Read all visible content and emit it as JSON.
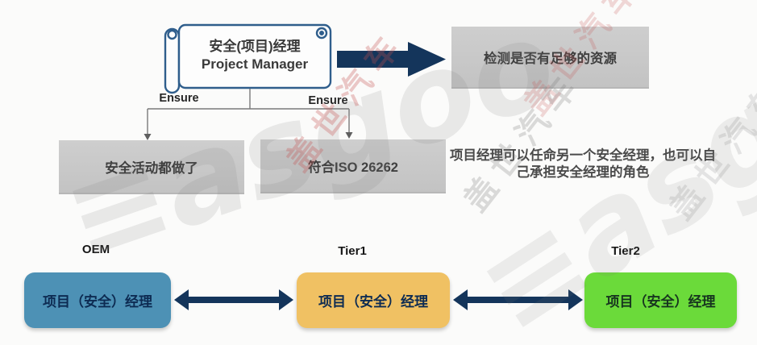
{
  "colors": {
    "navy_arrow": "#14355b",
    "scroll_border": "#2f5e8c",
    "gray_box": "#c9c9c9",
    "teal_box": "#4d91b5",
    "orange_box": "#f0c163",
    "green_box": "#6bda3a",
    "watermark_red": "#c35050",
    "watermark_gray": "#7d7d7d"
  },
  "scroll": {
    "title_zh": "安全(项目)经理",
    "title_en": "Project Manager"
  },
  "flow": {
    "resource_box": "检测是否有足够的资源",
    "ensure_left": "Ensure",
    "ensure_right": "Ensure",
    "box_left": "安全活动都做了",
    "box_right": "符合ISO 26262"
  },
  "note": {
    "line1": "项目经理可以任命另一个安全经理，也可以自",
    "line2": "己承担安全经理的角色"
  },
  "tiers": [
    {
      "label": "OEM",
      "box": "项目（安全）经理"
    },
    {
      "label": "Tier1",
      "box": "项目（安全）经理"
    },
    {
      "label": "Tier2",
      "box": "项目（安全）经理"
    }
  ],
  "watermark": {
    "brand_g": "≡",
    "brand": "asgoo",
    "cn": "盖世汽车"
  }
}
